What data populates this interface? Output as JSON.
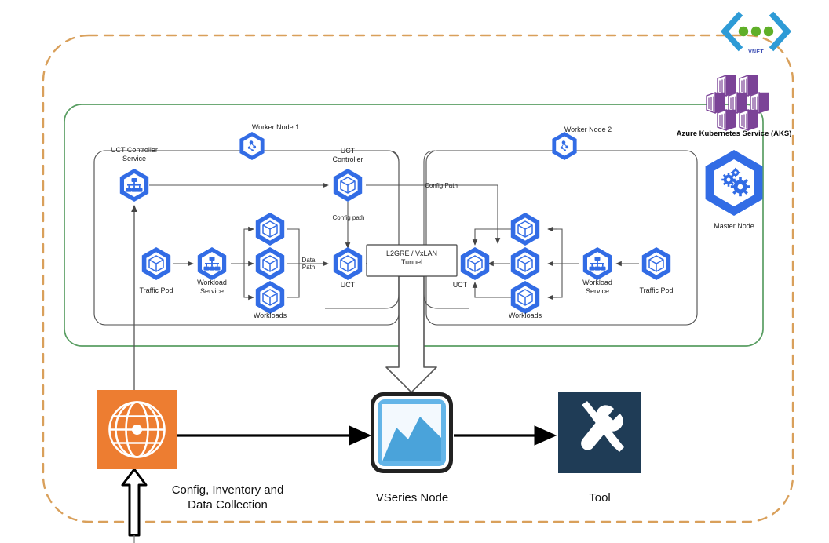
{
  "diagram": {
    "title": "Azure Kubernetes Service (AKS) traffic visibility architecture",
    "colors": {
      "outer_boundary_dashed": "#d9a05b",
      "aks_boundary_green": "#5a9e63",
      "k8s_blue": "#326ce5",
      "k8s_blue_light": "#3f7fe8",
      "orange_tile": "#ED7D31",
      "tool_tile": "#1F3C56",
      "vseries_blue": "#4FA8DF",
      "vnet_chevron": "#2e9bd6",
      "vnet_dot": "#5faf28",
      "aks_hex_purple": "#7B4397",
      "line_gray": "#555555"
    },
    "boundaries": {
      "outer_label": "",
      "aks_label": ""
    },
    "azure": {
      "vnet_label": "VNET",
      "aks_label": "Azure Kubernetes Service (AKS)",
      "vnet_icon": "vnet-icon",
      "aks_icon": "aks-hex-cluster-icon"
    },
    "master": {
      "label": "Master Node",
      "icon": "kubernetes-master-gears-icon"
    },
    "worker1": {
      "title": "Worker Node 1",
      "badge_icon": "kubernetes-node-icon",
      "nodes": [
        {
          "id": "uct-controller-service",
          "label": "UCT Controller\nService",
          "icon": "service-icon"
        },
        {
          "id": "uct-controller",
          "label": "UCT\nController",
          "icon": "pod-cube-icon"
        },
        {
          "id": "traffic-pod",
          "label": "Traffic Pod",
          "icon": "pod-cube-icon"
        },
        {
          "id": "workload-service",
          "label": "Workload\nService",
          "icon": "service-icon"
        },
        {
          "id": "workloads",
          "label": "Workloads",
          "icon": "pod-cube-icon"
        },
        {
          "id": "uct",
          "label": "UCT",
          "icon": "pod-cube-icon"
        }
      ],
      "edge_labels": {
        "config_path": "Config path",
        "data_path": "Data\nPath"
      }
    },
    "worker2": {
      "title": "Worker Node 2",
      "badge_icon": "kubernetes-node-icon",
      "nodes": [
        {
          "id": "uct",
          "label": "UCT",
          "icon": "pod-cube-icon"
        },
        {
          "id": "workloads",
          "label": "Workloads",
          "icon": "pod-cube-icon"
        },
        {
          "id": "workload-service",
          "label": "Workload\nService",
          "icon": "service-icon"
        },
        {
          "id": "traffic-pod",
          "label": "Traffic Pod",
          "icon": "pod-cube-icon"
        }
      ],
      "edge_labels": {
        "config_path": "Config Path"
      }
    },
    "tunnel": {
      "label": "L2GRE / VxLAN\nTunnel",
      "line1": "L2GRE / VxLAN",
      "line2": "Tunnel"
    },
    "bottom": {
      "items": [
        {
          "id": "fabric-manager",
          "label": "Config, Inventory and\nData Collection",
          "line1": "Config, Inventory and",
          "line2": "Data Collection",
          "icon": "globe-grid-icon"
        },
        {
          "id": "vseries-node",
          "label": "VSeries Node",
          "icon": "vseries-chart-icon"
        },
        {
          "id": "tool",
          "label": "Tool",
          "icon": "wrench-screwdriver-icon"
        }
      ]
    }
  }
}
